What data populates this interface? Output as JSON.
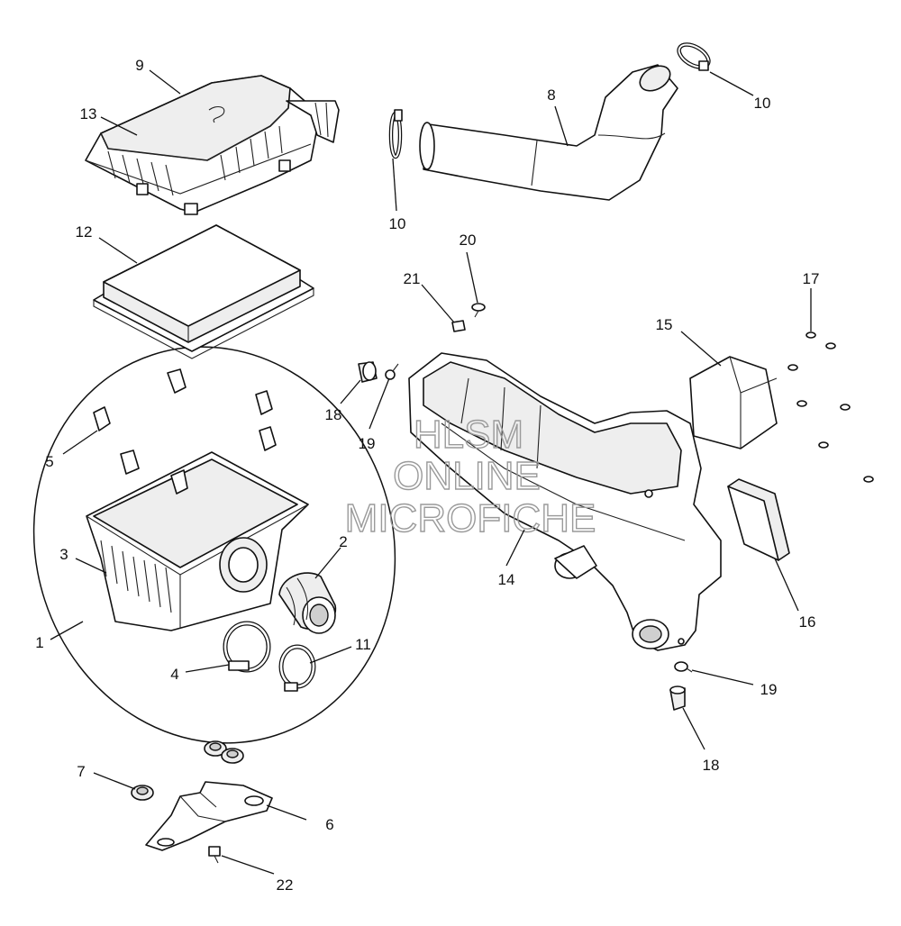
{
  "watermark": {
    "line1": "HLSM",
    "line2": "ONLINE",
    "line3": "MICROFICHE"
  },
  "callouts": [
    {
      "id": "c-9",
      "label": "9"
    },
    {
      "id": "c-13",
      "label": "13"
    },
    {
      "id": "c-12",
      "label": "12"
    },
    {
      "id": "c-5",
      "label": "5"
    },
    {
      "id": "c-3",
      "label": "3"
    },
    {
      "id": "c-2",
      "label": "2"
    },
    {
      "id": "c-1",
      "label": "1"
    },
    {
      "id": "c-4",
      "label": "4"
    },
    {
      "id": "c-11",
      "label": "11"
    },
    {
      "id": "c-7",
      "label": "7"
    },
    {
      "id": "c-6",
      "label": "6"
    },
    {
      "id": "c-22",
      "label": "22"
    },
    {
      "id": "c-8",
      "label": "8"
    },
    {
      "id": "c-10a",
      "label": "10"
    },
    {
      "id": "c-10b",
      "label": "10"
    },
    {
      "id": "c-20",
      "label": "20"
    },
    {
      "id": "c-21",
      "label": "21"
    },
    {
      "id": "c-18a",
      "label": "18"
    },
    {
      "id": "c-19a",
      "label": "19"
    },
    {
      "id": "c-14",
      "label": "14"
    },
    {
      "id": "c-15",
      "label": "15"
    },
    {
      "id": "c-16",
      "label": "16"
    },
    {
      "id": "c-17",
      "label": "17"
    },
    {
      "id": "c-19b",
      "label": "19"
    },
    {
      "id": "c-18b",
      "label": "18"
    }
  ]
}
